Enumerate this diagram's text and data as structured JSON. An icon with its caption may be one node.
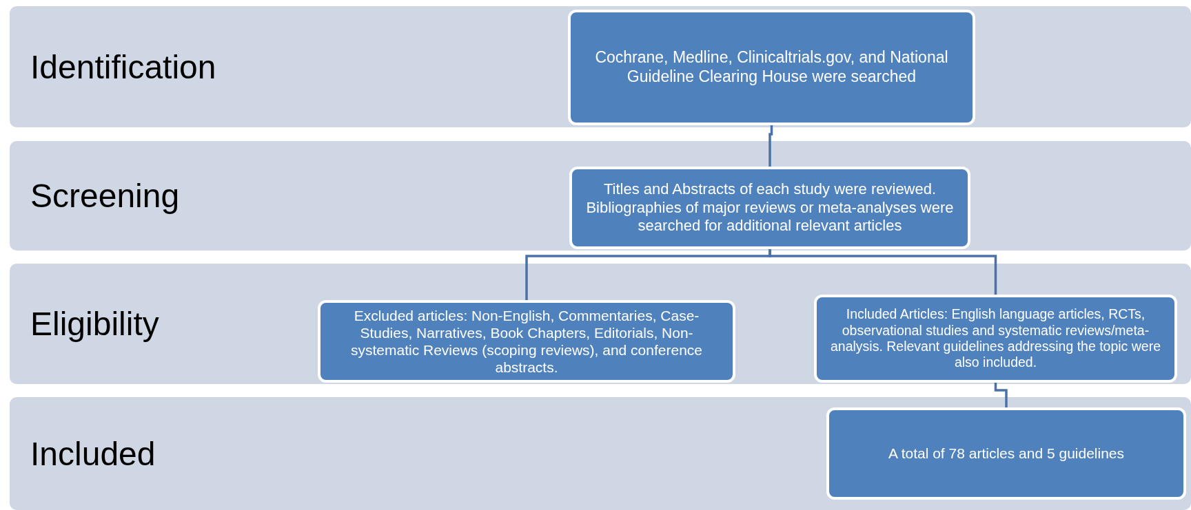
{
  "diagram": {
    "nodes": [
      {
        "text": [
          "Identification"
        ]
      },
      {
        "text": [
          "Screening"
        ]
      },
      {
        "text": [
          "Eligibility"
        ]
      },
      {
        "text": [
          "Included"
        ]
      },
      {
        "text": [
          "Cochrane, Medline, Clinicaltrials.gov, and National Guideline Clearing House were searched"
        ],
        "in": 0
      },
      {
        "text": [
          "Titles and Abstracts of each study were reviewed. Bibliographies of major reviews or meta-analyses were searched for additional relevant articles"
        ],
        "in": 1
      },
      {
        "text": [
          "Excluded articles: Non-English, Commentaries, Case-Studies, Narratives, Book Chapters, Editorials, Non-systematic Reviews (scoping reviews), and conference abstracts."
        ],
        "in": 2
      },
      {
        "text": [
          "Included Articles: English language articles, RCTs, observational studies and systematic reviews/meta-analysis. Relevant guidelines addressing the topic were also included."
        ],
        "in": 2
      },
      {
        "text": [
          "A total of  78 articles and 5 guidelines"
        ],
        "in": 3
      }
    ],
    "edges": [
      {
        "from": 4,
        "to": 5,
        "arrow": "none"
      },
      {
        "from": 5,
        "to": 6,
        "arrow": "none"
      },
      {
        "from": 5,
        "to": 7,
        "arrow": "none"
      },
      {
        "from": 7,
        "to": 8,
        "arrow": "none"
      }
    ]
  }
}
